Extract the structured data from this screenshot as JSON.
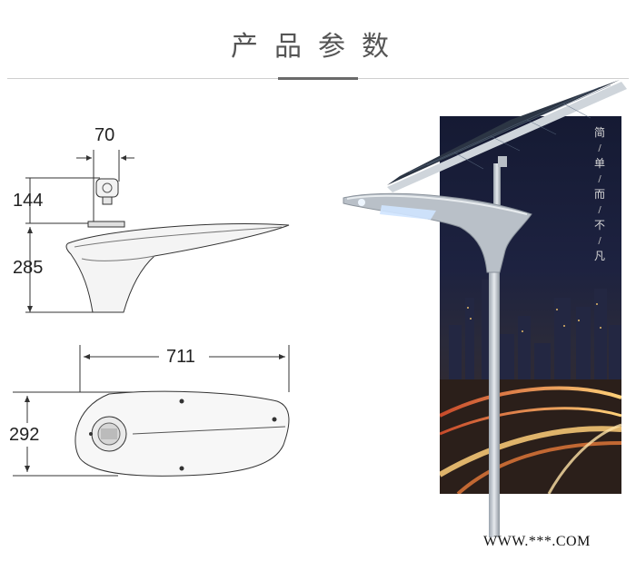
{
  "header": {
    "title": "产品参数"
  },
  "dimensions": {
    "width_top": "70",
    "height_head": "144",
    "height_body": "285",
    "length": "711",
    "width_bottom": "292"
  },
  "photo": {
    "slogan": [
      "简",
      "单",
      "而",
      "不",
      "凡"
    ]
  },
  "watermark": "WWW.***.COM",
  "colors": {
    "accent": "#6a6a6a",
    "rule": "#cfcfcf",
    "line": "#333333"
  }
}
